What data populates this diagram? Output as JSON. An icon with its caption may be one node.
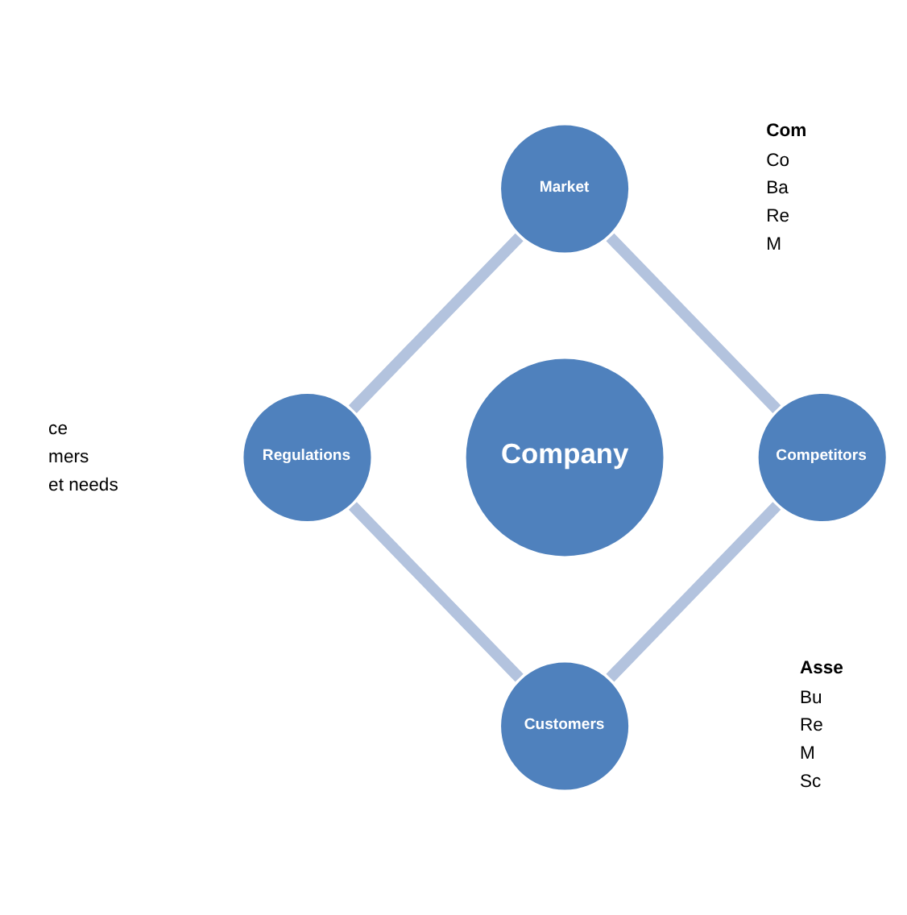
{
  "diagram": {
    "nodes": [
      {
        "text": [
          "Market"
        ]
      },
      {
        "text": [
          "Regulations"
        ]
      },
      {
        "text": [
          "Company"
        ]
      },
      {
        "text": [
          "Competitors"
        ]
      },
      {
        "text": [
          "Customers"
        ]
      }
    ],
    "edges": [
      {
        "from": 0,
        "to": 3,
        "arrow": "none"
      },
      {
        "from": 3,
        "to": 4,
        "arrow": "none"
      },
      {
        "from": 4,
        "to": 1,
        "arrow": "none"
      },
      {
        "from": 1,
        "to": 0,
        "arrow": "none"
      }
    ],
    "labels": [
      "ce",
      "mers",
      "et needs",
      "Com",
      "Co",
      "Ba",
      "Re",
      "M",
      "Asse",
      "Bu",
      "Re",
      "M",
      "Sc"
    ]
  }
}
